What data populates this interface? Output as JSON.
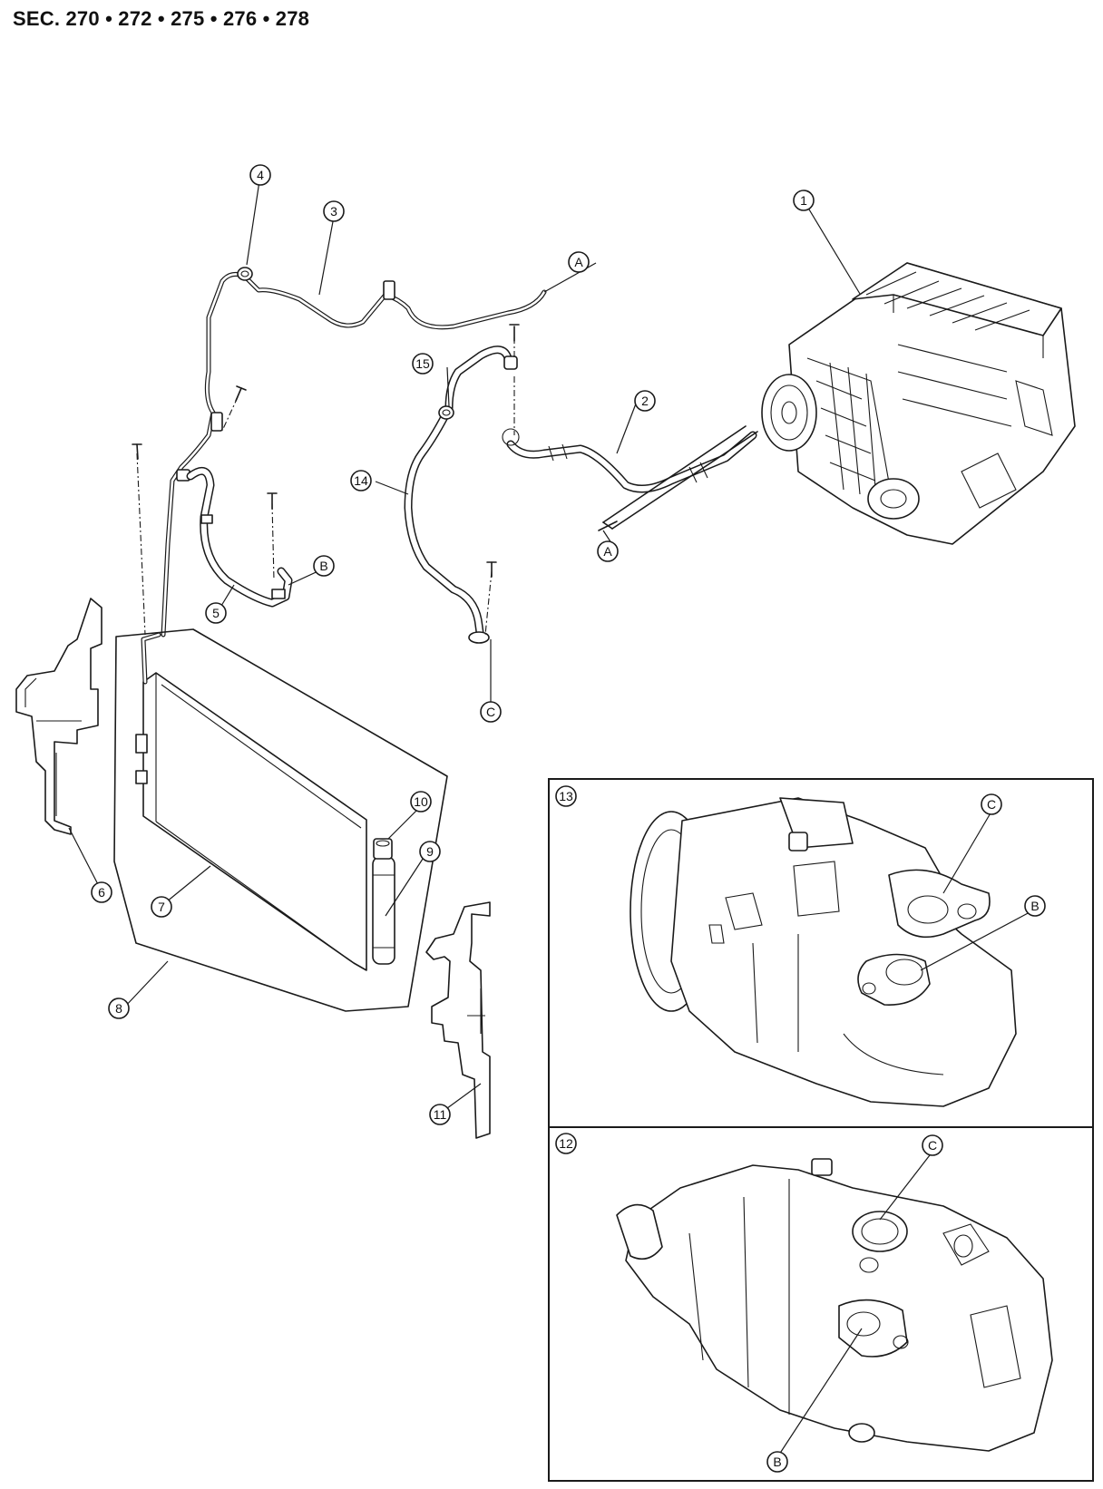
{
  "header": {
    "section_text": "SEC. 270 • 272 • 275 • 276 • 278"
  },
  "callouts": {
    "c1": "1",
    "c2": "2",
    "c3": "3",
    "c4": "4",
    "c5": "5",
    "c6": "6",
    "c7": "7",
    "c8": "8",
    "c9": "9",
    "c10": "10",
    "c11": "11",
    "c12": "12",
    "c13": "13",
    "c14": "14",
    "c15": "15",
    "a_top": "A",
    "a_bottom": "A",
    "b_main": "B",
    "c_main": "C",
    "c_inset13": "C",
    "b_inset13": "B",
    "c_inset12": "C",
    "b_inset12": "B"
  }
}
